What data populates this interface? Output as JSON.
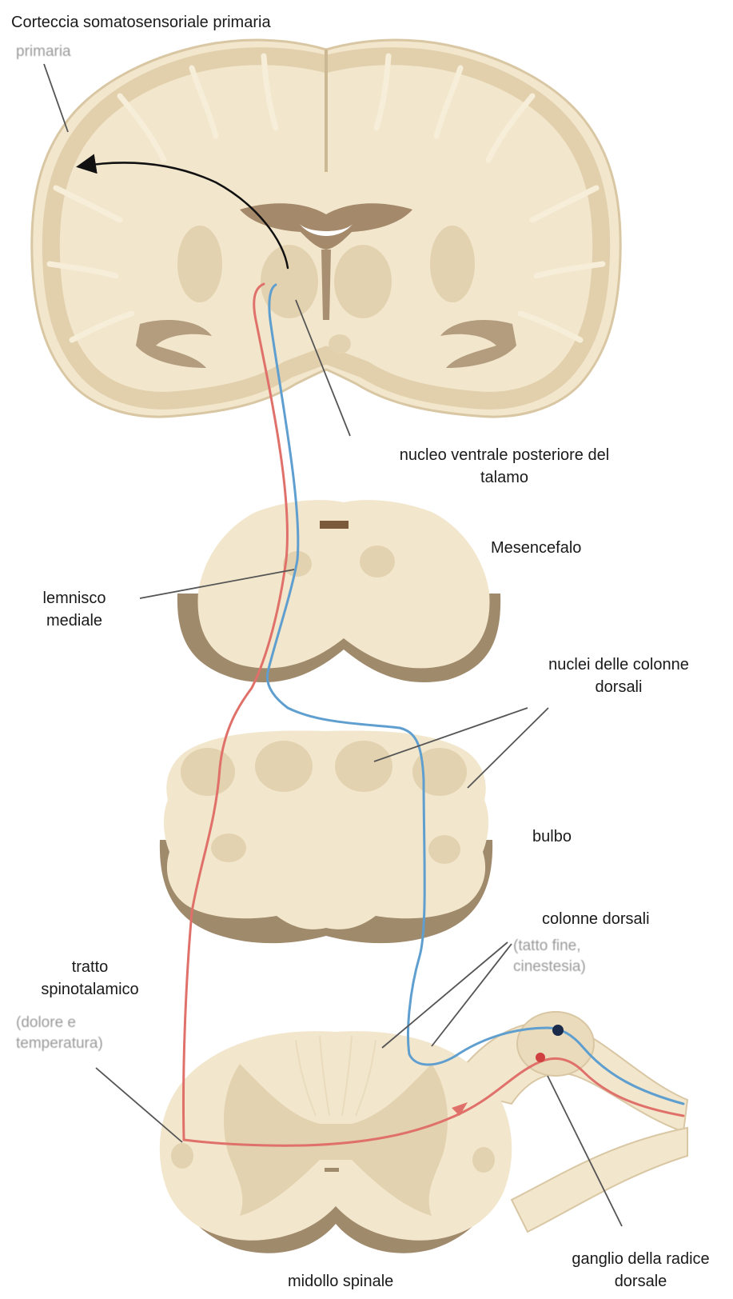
{
  "labels": {
    "cortex": "Corteccia somatosensoriale primaria",
    "cortex_sub": "primaria",
    "thalamus_line1": "nucleo ventrale posteriore del",
    "thalamus_line2": "talamo",
    "midbrain": "Mesencefalo",
    "lemniscus_line1": "lemnisco",
    "lemniscus_line2": "mediale",
    "dc_nuclei_line1": "nuclei delle colonne",
    "dc_nuclei_line2": "dorsali",
    "medulla": "bulbo",
    "dorsal_columns": "colonne dorsali",
    "dorsal_columns_sub1": "(tatto fine,",
    "dorsal_columns_sub2": "cinestesia)",
    "spinothalamic_line1": "tratto",
    "spinothalamic_line2": "spinotalamico",
    "spinothalamic_sub1": "(dolore e",
    "spinothalamic_sub2": "temperatura)",
    "spinal_cord": "midollo spinale",
    "drg_line1": "ganglio della radice",
    "drg_line2": "dorsale"
  },
  "colors": {
    "tissue": "#f2e6cc",
    "grey_matter": "#e3d2b0",
    "shadow": "#b8a58a",
    "pathway_red": "#e0706a",
    "pathway_blue": "#5f9fd0",
    "pointer": "#555555"
  }
}
